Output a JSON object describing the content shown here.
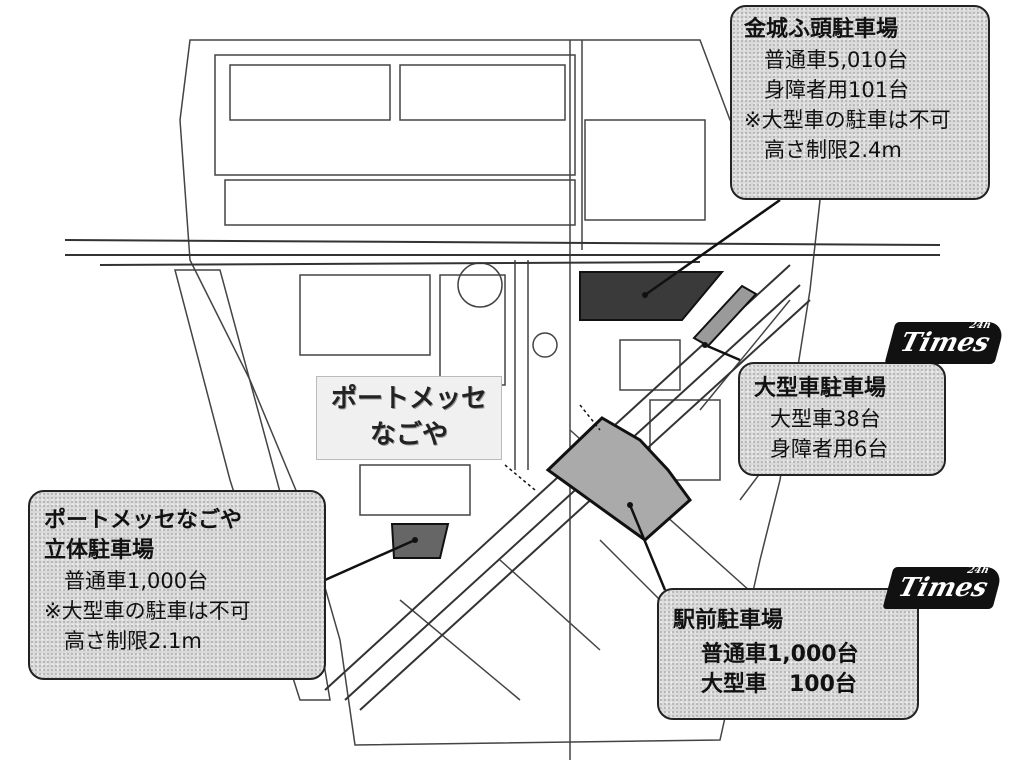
{
  "venue_label": {
    "line1": "ポートメッセ",
    "line2": "なごや"
  },
  "callouts": {
    "kinjo": {
      "title": "金城ふ頭駐車場",
      "lines": [
        "普通車5,010台",
        "身障者用101台",
        "※大型車の駐車は不可",
        "高さ制限2.4m"
      ]
    },
    "large": {
      "title": "大型車駐車場",
      "lines": [
        "大型車38台",
        "身障者用6台"
      ]
    },
    "ekimae": {
      "title": "駅前駐車場",
      "lines": [
        "普通車1,000台",
        "大型車　100台"
      ]
    },
    "messe": {
      "title1": "ポートメッセなごや",
      "title2": "立体駐車場",
      "lines": [
        "普通車1,000台",
        "※大型車の駐車は不可",
        "高さ制限2.1m"
      ]
    }
  },
  "logos": {
    "brand": "Times",
    "hours": "24h"
  },
  "colors": {
    "lot_dark": "#3a3a3a",
    "lot_hatched": "#9a9a9a",
    "callout_bg": "#d9d9d9"
  }
}
